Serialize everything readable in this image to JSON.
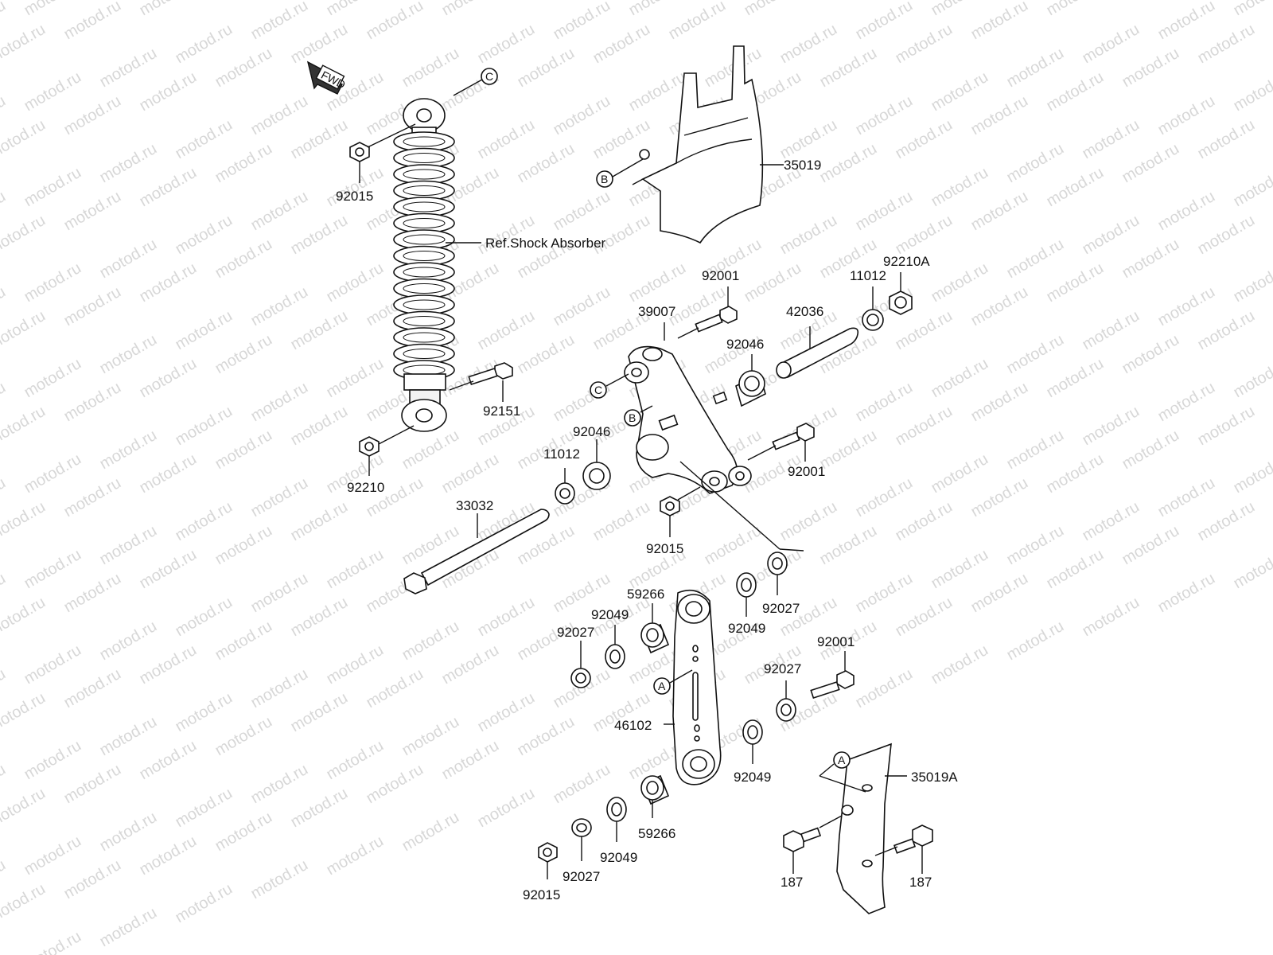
{
  "watermark": "motod.ru",
  "fwd_label": "FWD",
  "parts": {
    "p35019": "35019",
    "ref_shock": "Ref.Shock Absorber",
    "p92015_top": "92015",
    "p92151": "92151",
    "p92210": "92210",
    "p92001_top": "92001",
    "p39007": "39007",
    "p42036": "42036",
    "p11012_top": "11012",
    "p92210A": "92210A",
    "p92046_right": "92046",
    "p92046_left": "92046",
    "p11012_left": "11012",
    "p33032": "33032",
    "p92001_mid": "92001",
    "p92015_mid": "92015",
    "p92027_top": "92027",
    "p92049_r1": "92049",
    "p59266_top": "59266",
    "p92049_l1": "92049",
    "p92027_l1": "92027",
    "p92001_low": "92001",
    "p92027_r2": "92027",
    "p46102": "46102",
    "p92049_r2": "92049",
    "p35019A": "35019A",
    "p59266_low": "59266",
    "p92049_low": "92049",
    "p92027_low": "92027",
    "p92015_low": "92015",
    "p187_left": "187",
    "p187_right": "187"
  },
  "refs": {
    "a1": "A",
    "a2": "A",
    "b1": "B",
    "b2": "B",
    "c1": "C",
    "c2": "C"
  }
}
